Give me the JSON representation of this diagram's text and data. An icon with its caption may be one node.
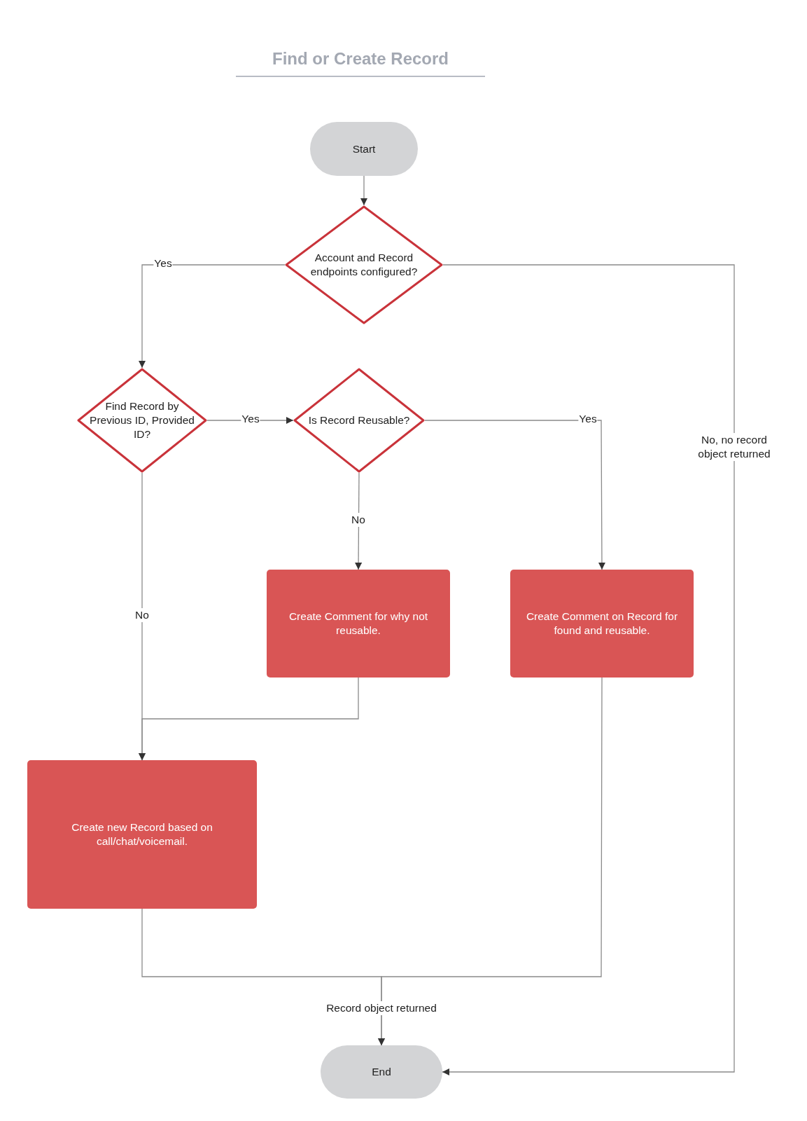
{
  "diagram": {
    "title": "Find or Create Record",
    "nodes": [
      {
        "text": [
          "Start"
        ]
      },
      {
        "text": [
          "Account and Record endpoints configured?"
        ]
      },
      {
        "text": [
          "Find Record by Previous ID, Provided ID?"
        ]
      },
      {
        "text": [
          "Is Record Reusable?"
        ]
      },
      {
        "text": [
          "Create Comment for why not reusable."
        ]
      },
      {
        "text": [
          "Create Comment on Record for found and reusable."
        ]
      },
      {
        "text": [
          "Create new Record based on call/chat/voicemail."
        ]
      },
      {
        "text": [
          "End"
        ]
      }
    ],
    "edges": [
      {
        "from": 0,
        "to": 1,
        "arrow": "to"
      },
      {
        "from": 1,
        "to": 2,
        "arrow": "to",
        "label": "Yes"
      },
      {
        "from": 1,
        "to": 7,
        "arrow": "to",
        "label": "No, no record object returned"
      },
      {
        "from": 2,
        "to": 3,
        "arrow": "to",
        "label": "Yes"
      },
      {
        "from": 2,
        "to": 6,
        "arrow": "to",
        "label": "No"
      },
      {
        "from": 3,
        "to": 4,
        "arrow": "to",
        "label": "No"
      },
      {
        "from": 3,
        "to": 5,
        "arrow": "to",
        "label": "Yes"
      },
      {
        "from": 4,
        "to": 6,
        "arrow": "to"
      },
      {
        "from": 6,
        "to": 7,
        "arrow": "to",
        "label": "Record object returned"
      },
      {
        "from": 5,
        "to": 7,
        "arrow": "to"
      }
    ]
  }
}
